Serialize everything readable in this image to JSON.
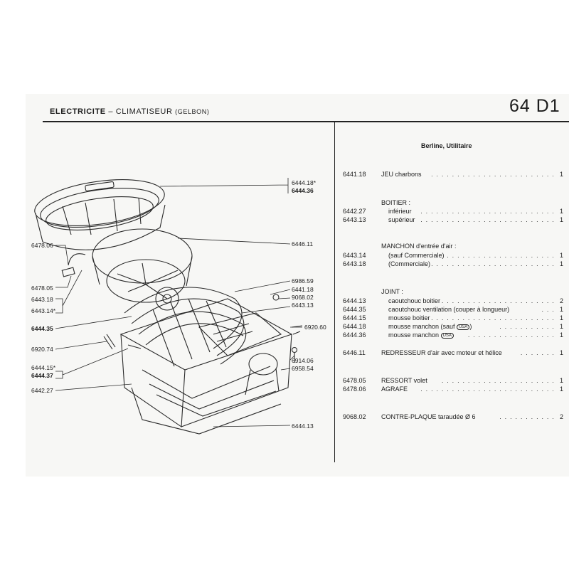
{
  "header": {
    "section": "ELECTRICITE",
    "separator": "–",
    "subject": "CLIMATISEUR",
    "maker": "(GELBON)",
    "page_code": "64 D1"
  },
  "parts_list": {
    "model_heading": "Berline, Utilitaire",
    "groups": [
      {
        "heading": "",
        "rows": [
          {
            "num": "6441.18",
            "desc": "JEU charbons",
            "qty": "1"
          }
        ]
      },
      {
        "heading": "BOITIER :",
        "rows": [
          {
            "num": "6442.27",
            "desc": "inférieur",
            "qty": "1"
          },
          {
            "num": "6443.13",
            "desc": "supérieur",
            "qty": "1"
          }
        ]
      },
      {
        "heading": "MANCHON d'entrée d'air :",
        "rows": [
          {
            "num": "6443.14",
            "desc": "(sauf Commerciale)",
            "qty": "1"
          },
          {
            "num": "6443.18",
            "desc": "(Commerciale)",
            "qty": "1"
          }
        ]
      },
      {
        "heading": "JOINT :",
        "rows": [
          {
            "num": "6444.13",
            "desc": "caoutchouc boitier",
            "qty": "2"
          },
          {
            "num": "6444.35",
            "desc": "caoutchouc ventilation (couper à longueur)",
            "qty": "1"
          },
          {
            "num": "6444.15",
            "desc": "mousse boitier",
            "qty": "1"
          },
          {
            "num": "6444.18",
            "desc": "mousse manchon (sauf",
            "badge": "USA",
            "tail": ")",
            "qty": "1"
          },
          {
            "num": "6444.36",
            "desc": "mousse manchon",
            "badge": "USA",
            "qty": "1"
          }
        ]
      },
      {
        "heading": "",
        "rows": [
          {
            "num": "6446.11",
            "desc": "REDRESSEUR d'air avec moteur et hélice",
            "qty": "1"
          }
        ]
      },
      {
        "heading": "",
        "rows": [
          {
            "num": "6478.05",
            "desc": "RESSORT volet",
            "qty": "1"
          },
          {
            "num": "6478.06",
            "desc": "AGRAFE",
            "qty": "1"
          }
        ]
      },
      {
        "heading": "",
        "rows": [
          {
            "num": "9068.02",
            "desc": "CONTRE-PLAQUE taraudée  Ø 6",
            "qty": "2"
          }
        ]
      }
    ]
  },
  "callouts": {
    "c_6444_18": "6444.18",
    "c_6444_36": "6444.36",
    "c_6446_11": "6446.11",
    "c_6986_59": "6986.59",
    "c_6441_18": "6441.18",
    "c_9068_02": "9068.02",
    "c_6443_13": "6443.13",
    "c_6920_60": "6920.60",
    "c_6914_06": "6914.06",
    "c_6958_54": "6958.54",
    "c_6444_13": "6444.13",
    "c_6478_06": "6478.06",
    "c_6478_05": "6478.05",
    "c_6443_18": "6443.18",
    "c_6443_14": "6443.14",
    "c_6444_35": "6444.35",
    "c_6920_74": "6920.74",
    "c_6444_15": "6444.15",
    "c_6444_37": "6444.37",
    "c_6442_27": "6442.27",
    "star": "*"
  }
}
